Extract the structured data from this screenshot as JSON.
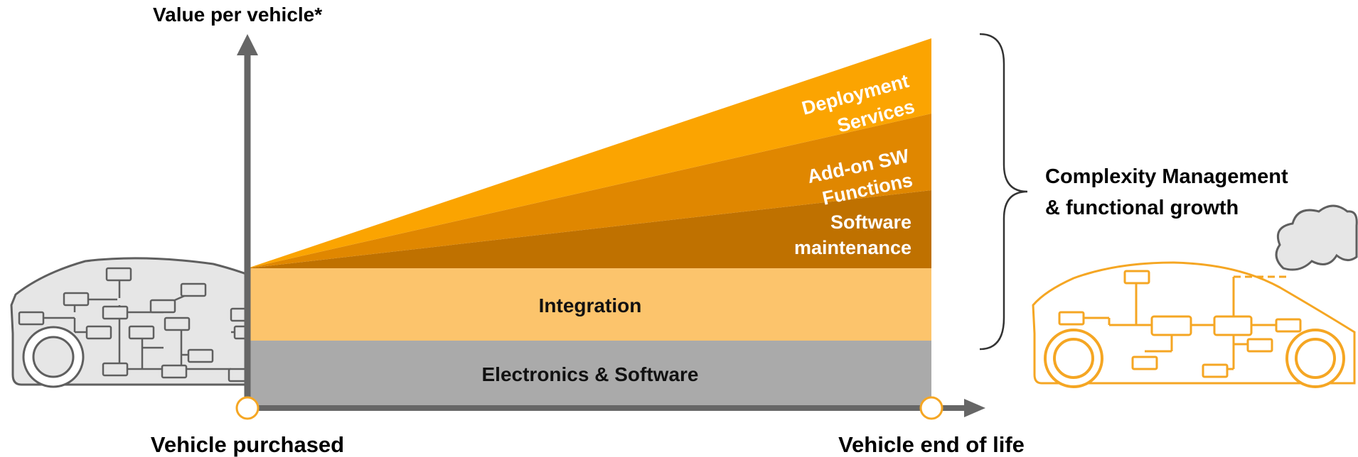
{
  "axis": {
    "y_label": "Value per vehicle*",
    "x_start_label": "Vehicle purchased",
    "x_end_label": "Vehicle end of life"
  },
  "layers": {
    "electronics": "Electronics & Software",
    "integration": "Integration",
    "software_maintenance_1": "Software",
    "software_maintenance_2": "maintenance",
    "addon_1": "Add-on SW",
    "addon_2": "Functions",
    "deployment_1": "Deployment",
    "deployment_2": "Services"
  },
  "brace_label": {
    "line1": "Complexity Management",
    "line2": "& functional growth"
  },
  "colors": {
    "electronics": "#aaaaaa",
    "integration": "#fcc46c",
    "software_maintenance": "#bf7100",
    "addon": "#e08700",
    "deployment": "#fba401",
    "axis": "#666666",
    "car_left": "#5f5f5f",
    "car_right": "#f5a623"
  },
  "icons": {
    "car_left": "car-ecu-network-icon",
    "car_right": "car-centralized-cloud-icon",
    "cloud": "cloud-icon"
  }
}
